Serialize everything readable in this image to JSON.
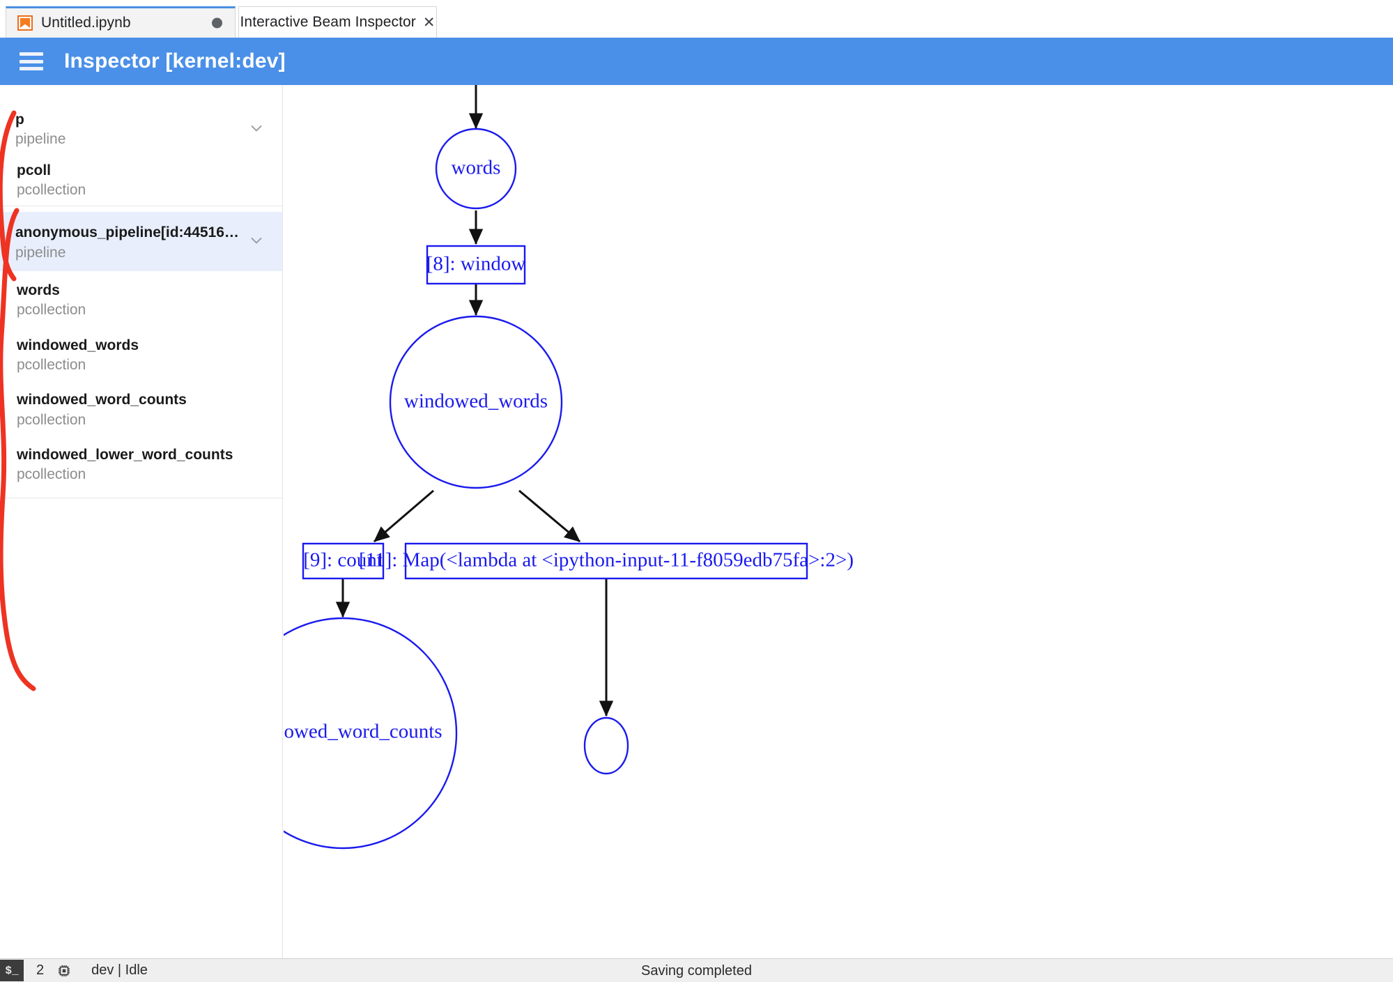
{
  "tabs": [
    {
      "label": "Untitled.ipynb",
      "icon": "notebook-icon",
      "active": false,
      "dirty": true
    },
    {
      "label": "Interactive Beam Inspector",
      "icon": "close-icon",
      "active": true,
      "close": "✕"
    }
  ],
  "header": {
    "title": "Inspector [kernel:dev]",
    "menu_icon": "hamburger-icon",
    "background": "#4a90e8"
  },
  "sidebar": {
    "groups": [
      {
        "items": [
          {
            "name": "p",
            "type": "pipeline",
            "level": 0,
            "expandable": true,
            "selected": false
          },
          {
            "name": "pcoll",
            "type": "pcollection",
            "level": 1,
            "expandable": false,
            "selected": false
          }
        ]
      },
      {
        "items": [
          {
            "name": "anonymous_pipeline[id:44516…",
            "type": "pipeline",
            "level": 0,
            "expandable": true,
            "selected": true
          },
          {
            "name": "words",
            "type": "pcollection",
            "level": 1,
            "expandable": false,
            "selected": false
          },
          {
            "name": "windowed_words",
            "type": "pcollection",
            "level": 1,
            "expandable": false,
            "selected": false
          },
          {
            "name": "windowed_word_counts",
            "type": "pcollection",
            "level": 1,
            "expandable": false,
            "selected": false
          },
          {
            "name": "windowed_lower_word_counts",
            "type": "pcollection",
            "level": 1,
            "expandable": false,
            "selected": false
          }
        ]
      }
    ],
    "annotation_color": "#ee3322"
  },
  "graph": {
    "accent": "#1a1aee",
    "edge_color": "#111111",
    "nodes": [
      {
        "id": "words",
        "shape": "circle",
        "label": "words"
      },
      {
        "id": "window",
        "shape": "box",
        "label": "[8]: window"
      },
      {
        "id": "windowed_words",
        "shape": "circle",
        "label": "windowed_words"
      },
      {
        "id": "count",
        "shape": "box",
        "label": "[9]: count"
      },
      {
        "id": "map_lambda",
        "shape": "box",
        "label": "[11]: Map(<lambda at <ipython-input-11-f8059edb75fa>:2>)"
      },
      {
        "id": "windowed_word_counts",
        "shape": "circle",
        "label": "windowed_word_counts"
      },
      {
        "id": "unnamed_small",
        "shape": "circle",
        "label": ""
      }
    ],
    "edges": [
      {
        "from": "__root__",
        "to": "words"
      },
      {
        "from": "words",
        "to": "window"
      },
      {
        "from": "window",
        "to": "windowed_words"
      },
      {
        "from": "windowed_words",
        "to": "count"
      },
      {
        "from": "windowed_words",
        "to": "map_lambda"
      },
      {
        "from": "count",
        "to": "windowed_word_counts"
      },
      {
        "from": "map_lambda",
        "to": "unnamed_small"
      }
    ]
  },
  "statusbar": {
    "terminal_glyph": "$_",
    "terminal_count": "2",
    "chip_icon": "cpu-icon",
    "kernel_status": "dev | Idle",
    "save_status": "Saving completed"
  }
}
